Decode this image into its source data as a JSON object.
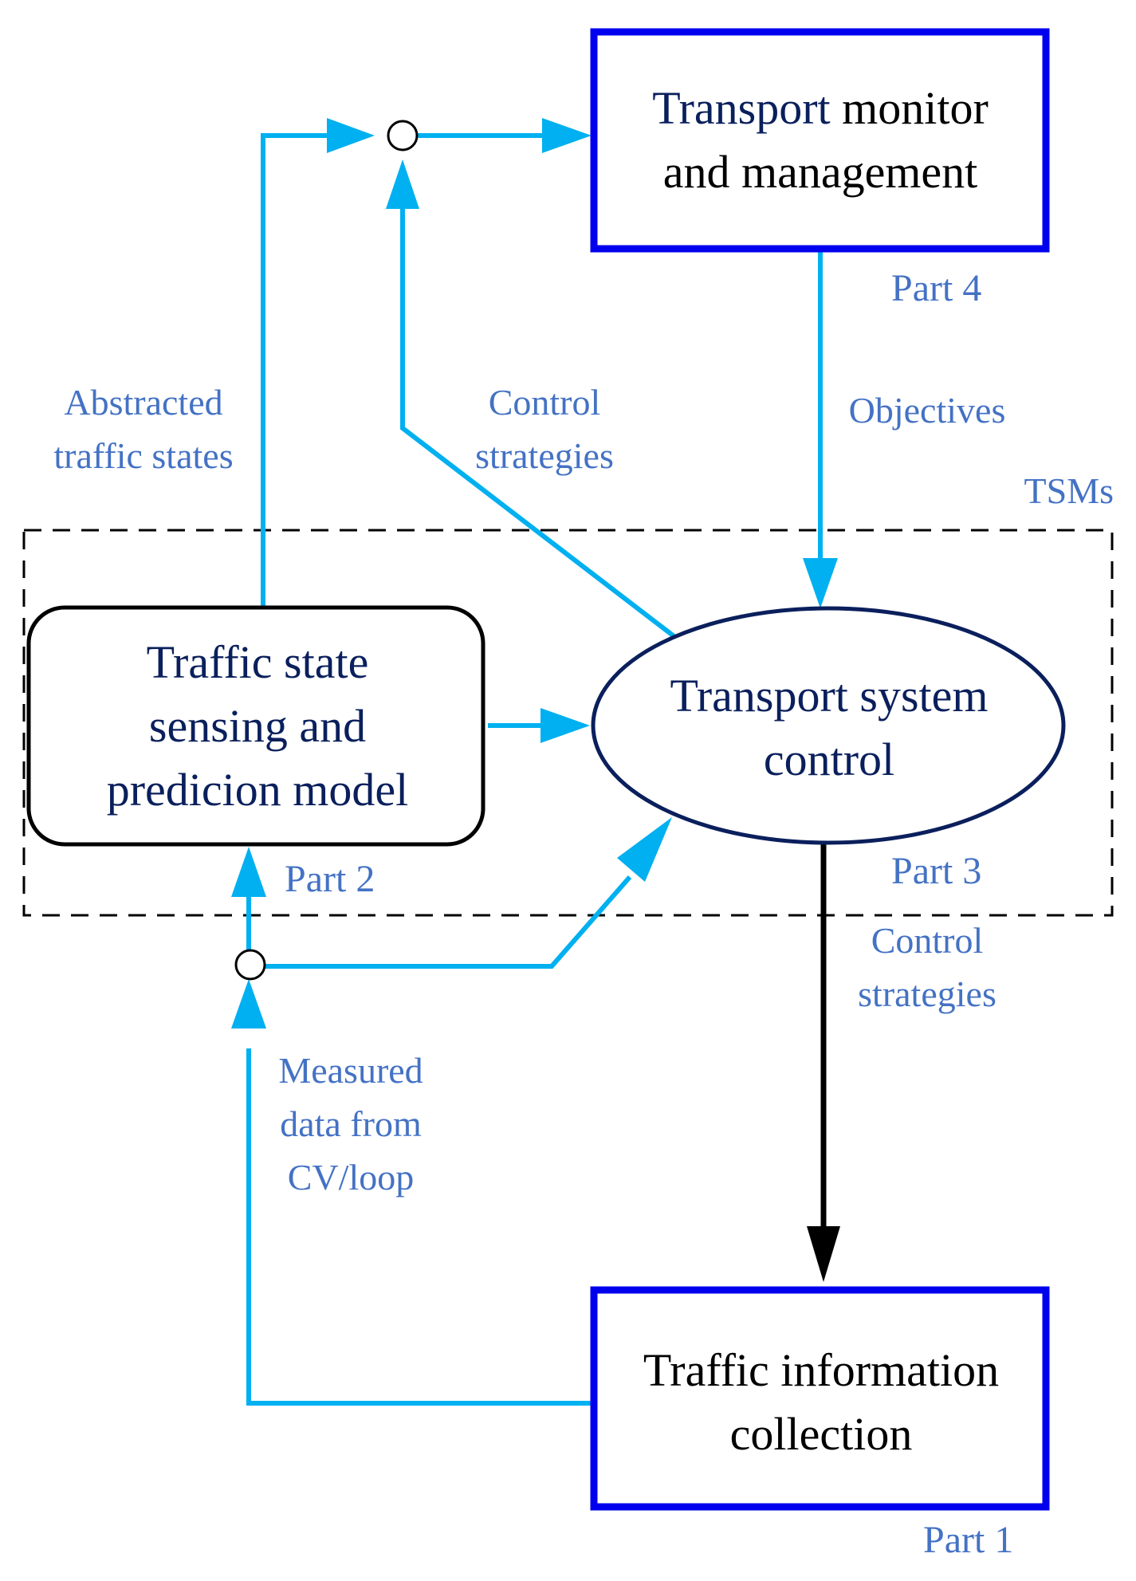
{
  "colors": {
    "flow": "#00b0f0",
    "box_border": "#0000ee",
    "navy": "#0a1f5c",
    "label": "#4472c4",
    "black": "#000000"
  },
  "nodes": {
    "monitor": {
      "line1": "Transport monitor",
      "line1_part_a": "Transport",
      "line1_part_b": " monitor",
      "line2": "and management",
      "part": "Part 4"
    },
    "sensing": {
      "line1": "Traffic state",
      "line2": "sensing and",
      "line3": "predicion model",
      "part": "Part 2"
    },
    "control": {
      "line1": "Transport system",
      "line2": "control",
      "part": "Part 3"
    },
    "collection": {
      "line1": "Traffic information",
      "line2": "collection",
      "part": "Part 1"
    }
  },
  "group": {
    "label": "TSMs"
  },
  "edges": {
    "abstracted": {
      "line1": "Abstracted",
      "line2": "traffic states"
    },
    "control_strategies_up": {
      "line1": "Control",
      "line2": "strategies"
    },
    "objectives": {
      "line1": "Objectives"
    },
    "control_strategies_down": {
      "line1": "Control",
      "line2": "strategies"
    },
    "measured": {
      "line1": "Measured",
      "line2": "data from",
      "line3": "CV/loop"
    }
  }
}
